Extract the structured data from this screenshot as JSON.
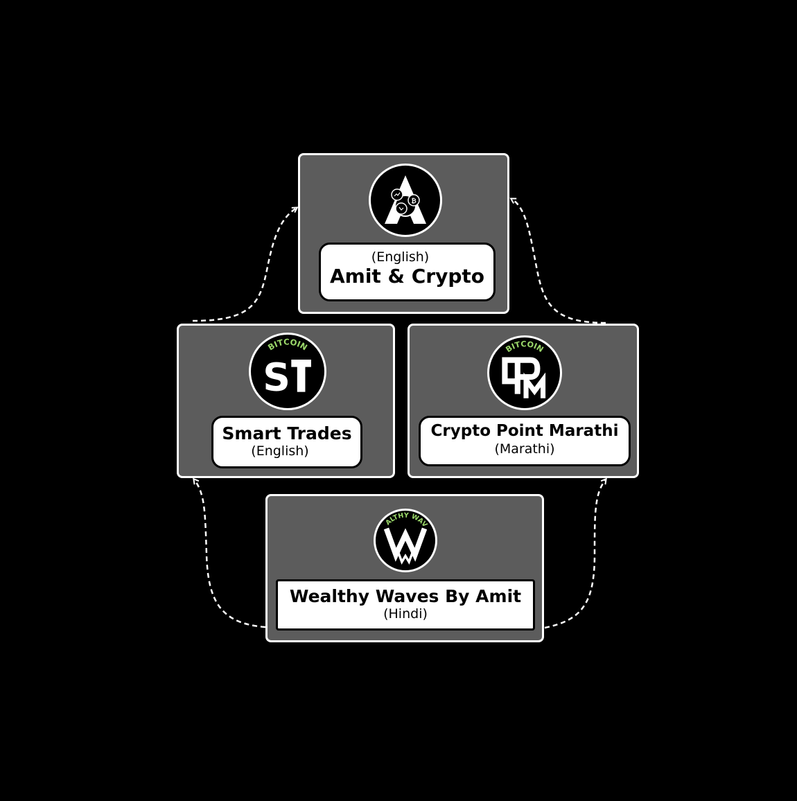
{
  "colors": {
    "background": "#000000",
    "card": "#5c5c5c",
    "border": "#ffffff",
    "label_bg": "#ffffff",
    "bitcoin_green": "#9cd96b"
  },
  "nodes": {
    "amit_crypto": {
      "name": "Amit & Crypto",
      "language": "(English)",
      "logo_icon": "amit-crypto-logo-icon"
    },
    "smart_trades": {
      "name": "Smart Trades",
      "language": "(English)",
      "logo_text": "BITCOIN",
      "logo_icon": "smart-trades-logo-icon"
    },
    "crypto_point_marathi": {
      "name": "Crypto Point Marathi",
      "language": "(Marathi)",
      "logo_text": "BITCOIN",
      "logo_icon": "crypto-point-marathi-logo-icon"
    },
    "wealthy_waves": {
      "name": "Wealthy Waves By Amit",
      "language": "(Hindi)",
      "logo_text": "WEALTHY WAVES",
      "logo_icon": "wealthy-waves-logo-icon"
    }
  }
}
